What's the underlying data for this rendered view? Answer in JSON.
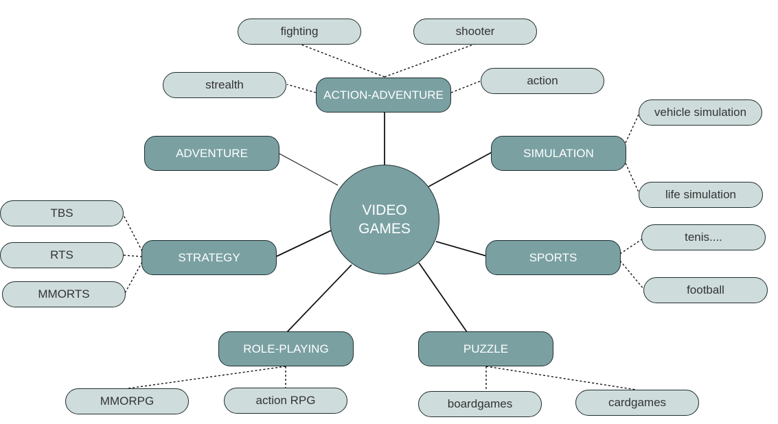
{
  "center": {
    "line1": "VIDEO",
    "line2": "GAMES"
  },
  "categories": {
    "action_adventure": "ACTION-ADVENTURE",
    "adventure": "ADVENTURE",
    "simulation": "SIMULATION",
    "strategy": "STRATEGY",
    "sports": "SPORTS",
    "role_playing": "ROLE-PLAYING",
    "puzzle": "PUZZLE"
  },
  "subgenres": {
    "fighting": "fighting",
    "shooter": "shooter",
    "strealth": "strealth",
    "action": "action",
    "vehicle_simulation": "vehicle simulation",
    "life_simulation": "life simulation",
    "tbs": "TBS",
    "rts": "RTS",
    "mmorts": "MMORTS",
    "tenis": "tenis....",
    "football": "football",
    "mmorpg": "MMORPG",
    "action_rpg": "action RPG",
    "boardgames": "boardgames",
    "cardgames": "cardgames"
  },
  "colors": {
    "node_fill": "#7aa0a2",
    "leaf_fill": "#cfdcdc",
    "outline": "#1f2d2e"
  }
}
